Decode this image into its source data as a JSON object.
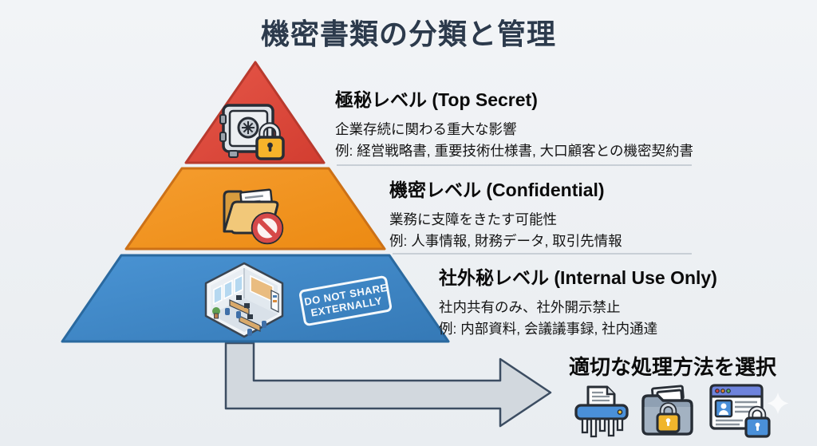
{
  "title": "機密書類の分類と管理",
  "pyramid": {
    "levels": [
      {
        "name": "top-secret",
        "heading": "極秘レベル (Top Secret)",
        "description": "企業存続に関わる重大な影響",
        "examples": "例: 経営戦略書, 重要技術仕様書, 大口顧客との機密契約書",
        "color": "#d84638",
        "icon": "safe-lock-icon"
      },
      {
        "name": "confidential",
        "heading": "機密レベル (Confidential)",
        "description": "業務に支障をきたす可能性",
        "examples": "例: 人事情報, 財務データ, 取引先情報",
        "color": "#f0921e",
        "icon": "folder-blocked-icon"
      },
      {
        "name": "internal-use-only",
        "heading": "社外秘レベル (Internal Use Only)",
        "description": "社内共有のみ、社外開示禁止",
        "examples": "例: 内部資料, 会議議事録, 社内通達",
        "color": "#3d89c8",
        "icon": "office-room-icon",
        "stamp_line1": "DO NOT SHARE",
        "stamp_line2": "EXTERNALLY"
      }
    ]
  },
  "action": {
    "heading": "適切な処理方法を選択",
    "icons": [
      "shredder-icon",
      "locked-folder-icon",
      "locked-document-browser-icon"
    ]
  },
  "colors": {
    "background": "#eef1f4",
    "title_text": "#2c3a4c",
    "body_text": "#141414",
    "divider": "#c8cfd6",
    "arrow_fill": "#d2d8de",
    "arrow_stroke": "#3c4d62"
  }
}
